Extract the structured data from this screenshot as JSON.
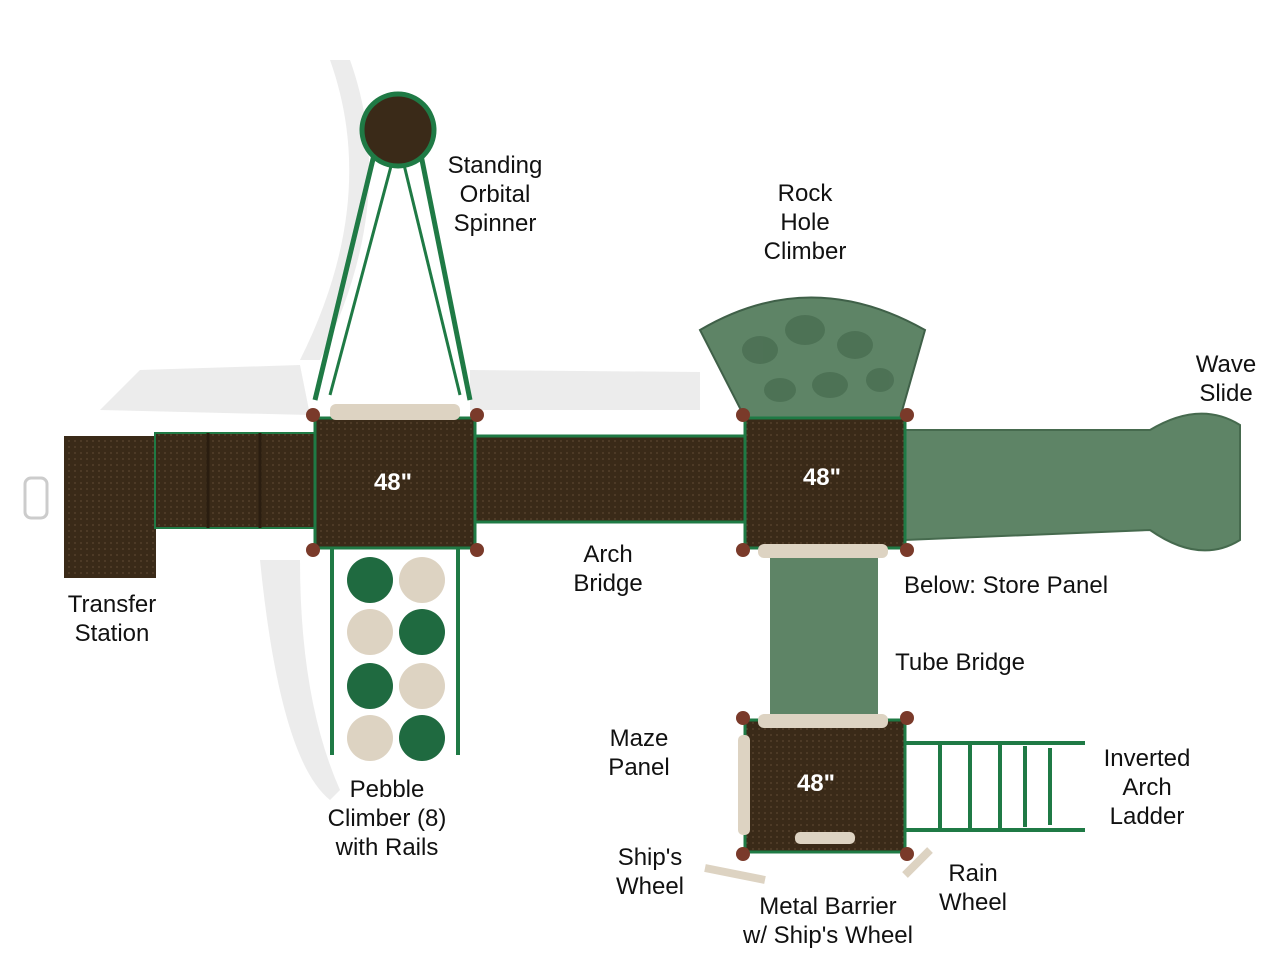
{
  "labels": {
    "spinner": [
      "Standing",
      "Orbital",
      "Spinner"
    ],
    "rock": [
      "Rock",
      "Hole",
      "Climber"
    ],
    "slide": [
      "Wave",
      "Slide"
    ],
    "transfer": [
      "Transfer",
      "Station"
    ],
    "bridge": [
      "Arch",
      "Bridge"
    ],
    "store": [
      "Below: Store Panel"
    ],
    "tube": [
      "Tube Bridge"
    ],
    "maze": [
      "Maze",
      "Panel"
    ],
    "ladder": [
      "Inverted",
      "Arch",
      "Ladder"
    ],
    "pebble": [
      "Pebble",
      "Climber (8)",
      "with Rails"
    ],
    "ship": [
      "Ship's",
      "Wheel"
    ],
    "rain": [
      "Rain",
      "Wheel"
    ],
    "barrier": [
      "Metal Barrier",
      "w/ Ship's Wheel"
    ]
  },
  "decks": [
    "48\"",
    "48\"",
    "48\""
  ],
  "colors": {
    "deck": "#3a2a18",
    "green": "#4f7a55",
    "rail": "#1f7a45",
    "tan": "#ddd3c2"
  }
}
